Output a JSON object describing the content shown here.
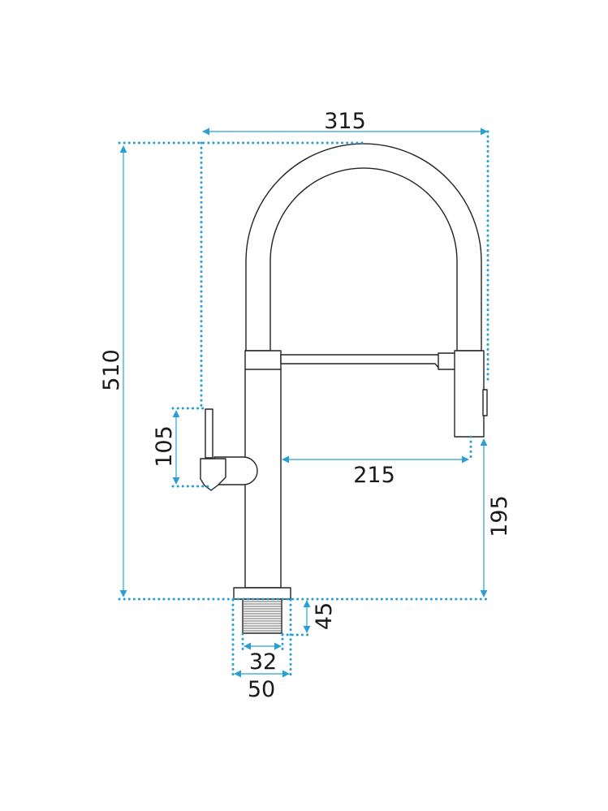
{
  "colors": {
    "dimension": "#2a9fd6",
    "outline": "#222222",
    "background": "#ffffff"
  },
  "dimensions": {
    "overall_width": "315",
    "overall_height": "510",
    "handle_height": "105",
    "spout_reach": "215",
    "spout_height": "195",
    "thread_length": "45",
    "thread_diameter": "32",
    "base_diameter": "50"
  }
}
